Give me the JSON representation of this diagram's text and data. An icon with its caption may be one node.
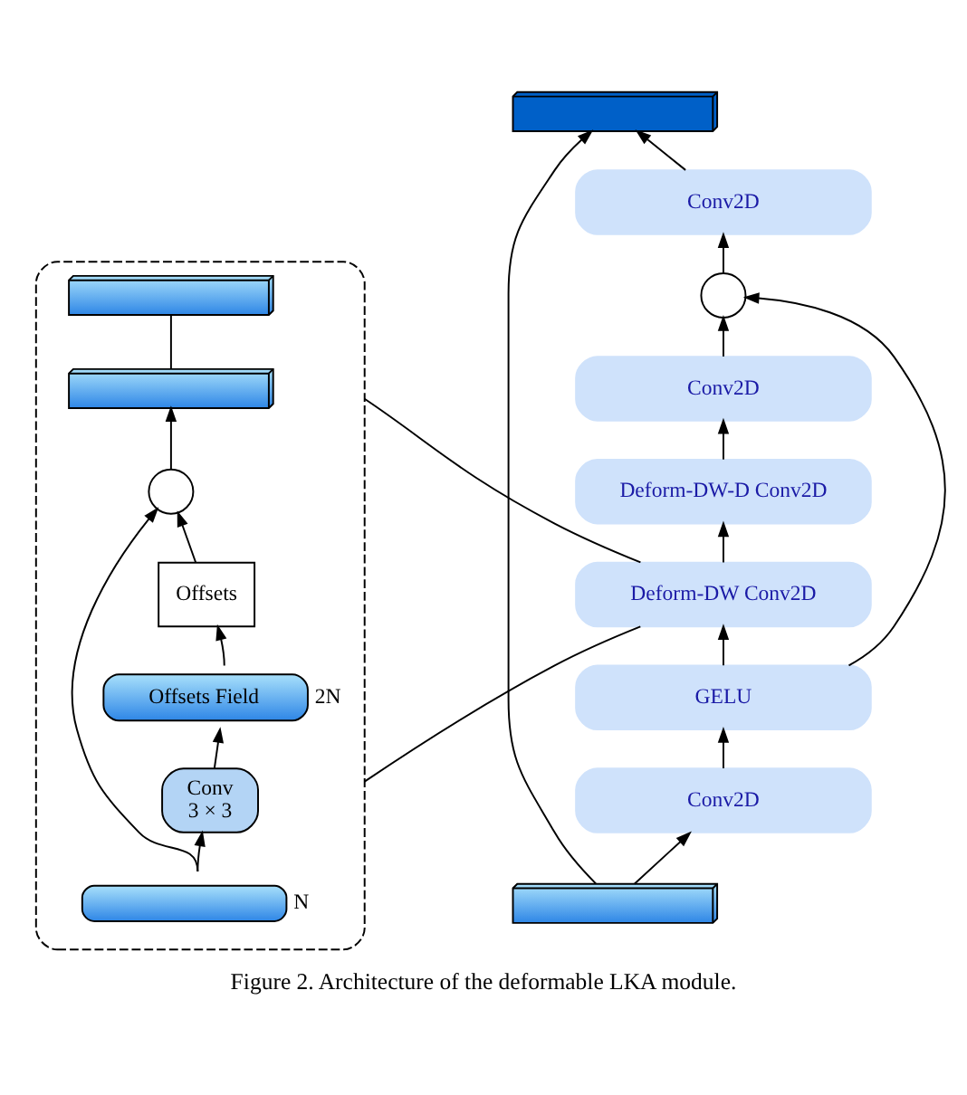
{
  "diagram": {
    "caption": "Figure 2. Architecture of the deformable LKA module.",
    "nodes": [
      {
        "text": [],
        "shape": "box"
      },
      {
        "text": [],
        "shape": "box",
        "in": 0
      },
      {
        "text": [],
        "shape": "box",
        "in": 0
      },
      {
        "text": [
          "Offsets"
        ],
        "in": 0
      },
      {
        "text": [],
        "shape": "circle",
        "in": 0
      },
      {
        "text": [
          "Offsets Field"
        ],
        "beside": [
          "2N"
        ],
        "in": 0
      },
      {
        "text": [
          "Conv",
          "3 × 3"
        ],
        "in": 0
      },
      {
        "text": [],
        "shape": "box",
        "beside": [
          "N"
        ],
        "in": 0
      },
      {
        "text": [],
        "shape": "box"
      },
      {
        "text": [
          "Conv2D"
        ]
      },
      {
        "text": [],
        "shape": "circle"
      },
      {
        "text": [
          "Conv2D"
        ]
      },
      {
        "text": [
          "Deform-DW-D Conv2D"
        ]
      },
      {
        "text": [
          "Deform-DW Conv2D"
        ]
      },
      {
        "text": [
          "GELU"
        ]
      },
      {
        "text": [
          "Conv2D"
        ]
      },
      {
        "text": [],
        "shape": "box"
      }
    ],
    "edges": [
      {
        "from": 7,
        "to": 6,
        "arrow": "to"
      },
      {
        "from": 6,
        "to": 5,
        "arrow": "to"
      },
      {
        "from": 5,
        "to": 3,
        "arrow": "to"
      },
      {
        "from": 3,
        "to": 4,
        "arrow": "to"
      },
      {
        "from": 7,
        "to": 4,
        "arrow": "to"
      },
      {
        "from": 4,
        "to": 2,
        "arrow": "to"
      },
      {
        "from": 2,
        "to": 1,
        "arrow": "none"
      },
      {
        "from": 16,
        "to": 15,
        "arrow": "to"
      },
      {
        "from": 15,
        "to": 14,
        "arrow": "to"
      },
      {
        "from": 14,
        "to": 13,
        "arrow": "to"
      },
      {
        "from": 14,
        "to": 10,
        "arrow": "to"
      },
      {
        "from": 13,
        "to": 12,
        "arrow": "to"
      },
      {
        "from": 12,
        "to": 11,
        "arrow": "to"
      },
      {
        "from": 11,
        "to": 10,
        "arrow": "to"
      },
      {
        "from": 10,
        "to": 9,
        "arrow": "to"
      },
      {
        "from": 9,
        "to": 8,
        "arrow": "to"
      },
      {
        "from": 16,
        "to": 8,
        "arrow": "to"
      },
      {
        "from": 0,
        "to": 13,
        "arrow": "none"
      },
      {
        "from": 0,
        "to": 13,
        "arrow": "none"
      }
    ]
  }
}
